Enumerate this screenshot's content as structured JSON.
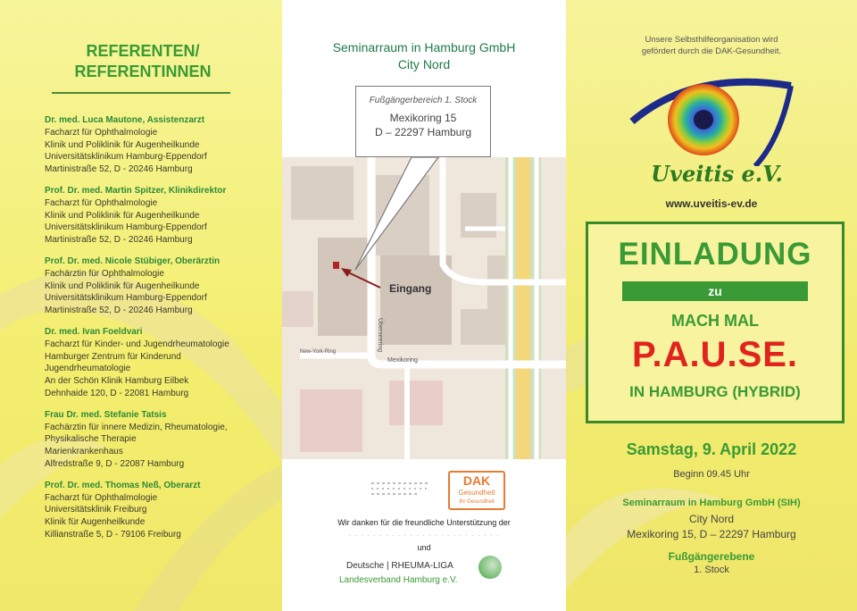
{
  "left": {
    "title_line1": "REFERENTEN/",
    "title_line2": "REFERENTINNEN",
    "referents": [
      {
        "name": "Dr. med. Luca Mautone, Assistenzarzt",
        "l1": "Facharzt für Ophthalmologie",
        "l2": "Klinik und Poliklinik für Augenheilkunde",
        "l3": "Universitätsklinikum Hamburg-Eppendorf",
        "l4": "Martinistraße 52, D - 20246 Hamburg"
      },
      {
        "name": "Prof. Dr. med. Martin Spitzer, Klinikdirektor",
        "l1": "Facharzt für Ophthalmologie",
        "l2": "Klinik und Poliklinik für Augenheilkunde",
        "l3": "Universitätsklinikum Hamburg-Eppendorf",
        "l4": "Martinistraße 52, D - 20246 Hamburg"
      },
      {
        "name": "Prof. Dr. med. Nicole Stübiger, Oberärztin",
        "l1": "Fachärztin für Ophthalmologie",
        "l2": "Klinik und Poliklinik für Augenheilkunde",
        "l3": "Universitätsklinikum Hamburg-Eppendorf",
        "l4": "Martinistraße 52, D - 20246 Hamburg"
      },
      {
        "name": "Dr. med. Ivan Foeldvari",
        "l1": "Facharzt für Kinder- und Jugendrheumatologie",
        "l2": "Hamburger Zentrum für Kinderund",
        "l3": "Jugendrheumatologie",
        "l4": "An der Schön Klinik Hamburg Eilbek",
        "l5": "Dehnhaide 120, D - 22081 Hamburg"
      },
      {
        "name": "Frau Dr. med. Stefanie Tatsis",
        "l1": "Fachärztin für innere Medizin, Rheumatologie,",
        "l2": "Physikalische Therapie",
        "l3": "Marienkrankenhaus",
        "l4": "Alfredstraße 9, D - 22087 Hamburg"
      },
      {
        "name": "Prof. Dr. med. Thomas Neß, Oberarzt",
        "l1": "Facharzt für Ophthalmologie",
        "l2": "Universitätsklinik Freiburg",
        "l3": "Klinik für Augenheilkunde",
        "l4": "Killianstraße 5, D - 79106 Freiburg"
      }
    ]
  },
  "middle": {
    "venue_line1": "Seminarraum in Hamburg GmbH",
    "venue_line2": "City Nord",
    "callout_floor": "Fußgängerbereich 1. Stock",
    "callout_street": "Mexikoring 15",
    "callout_city": "D – 22297 Hamburg",
    "entrance_label": "Eingang",
    "map_street1": "Mexikoring",
    "map_street2": "New-York-Ring",
    "map_street3": "Überseering",
    "dak_line1": "DAK",
    "dak_line2": "Gesundheit",
    "dak_line3": "Ihr Gesundheit",
    "thanks": "Wir danken für die freundliche Unterstützung der",
    "und": "und",
    "rheuma_line1": "Deutsche | RHEUMA-LIGA",
    "rheuma_line2": "Landesverband Hamburg e.V."
  },
  "right": {
    "sponsor_line1": "Unsere Selbsthilfeorganisation wird",
    "sponsor_line2": "gefördert durch die DAK-Gesundheit.",
    "org_name": "Uveitis e.V.",
    "website": "www.uveitis-ev.de",
    "einladung": "EINLADUNG",
    "zu": "zu",
    "mach_mal": "MACH MAL",
    "pause": "P.A.U.SE.",
    "hamburg": "IN HAMBURG (HYBRID)",
    "date": "Samstag, 9. April 2022",
    "beginn": "Beginn 09.45 Uhr",
    "seminar": "Seminarraum in Hamburg GmbH (SIH)",
    "addr1": "City Nord",
    "addr2": "Mexikoring 15, D – 22297 Hamburg",
    "fuss": "Fußgängerebene",
    "stock": "1. Stock"
  },
  "colors": {
    "green": "#3a9a35",
    "red": "#e0241d",
    "yellow": "#f3ee6e",
    "orange": "#e77b2e"
  }
}
